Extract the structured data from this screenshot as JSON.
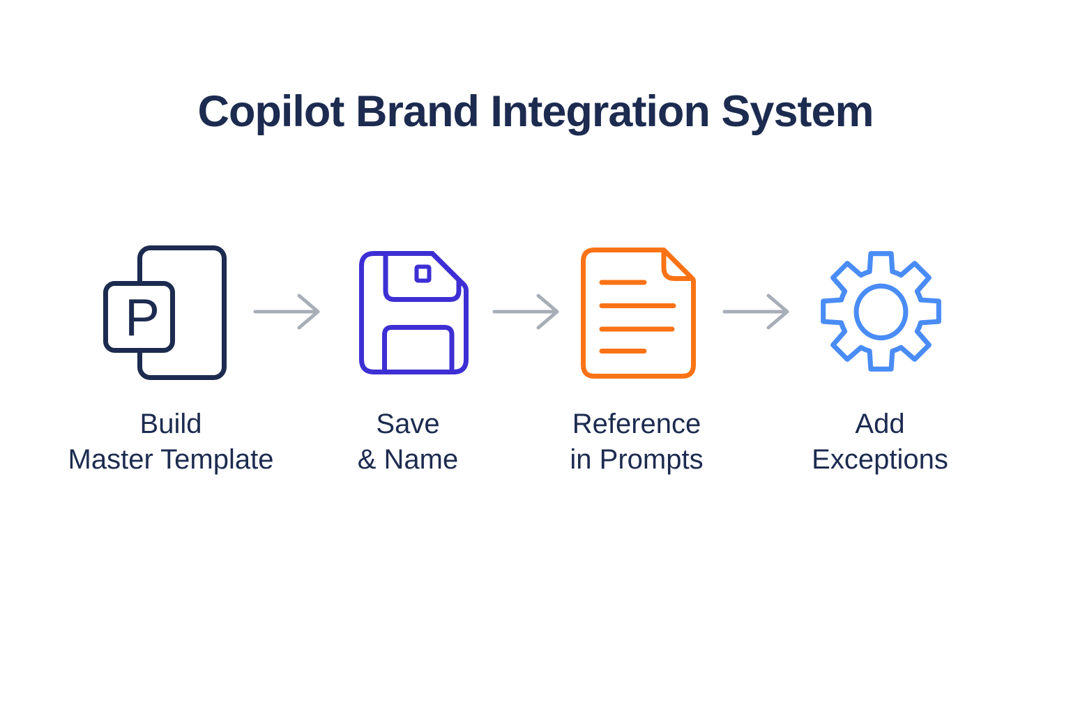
{
  "title": {
    "text": "Copilot Brand Integration System",
    "color": "#1c2b4f"
  },
  "flow": {
    "arrow_color": "#a8aeb8",
    "steps": [
      {
        "name": "build-master-template",
        "icon": "powerpoint-page-icon",
        "icon_letter": "P",
        "icon_color": "#1c2b4f",
        "label_line1": "Build",
        "label_line2": "Master Template"
      },
      {
        "name": "save-and-name",
        "icon": "floppy-disk-icon",
        "icon_color": "#3d2fd3",
        "label_line1": "Save",
        "label_line2": "& Name"
      },
      {
        "name": "reference-in-prompts",
        "icon": "document-text-icon",
        "icon_color": "#f97316",
        "label_line1": "Reference",
        "label_line2": "in Prompts"
      },
      {
        "name": "add-exceptions",
        "icon": "gear-icon",
        "icon_color": "#4a8cf5",
        "label_line1": "Add",
        "label_line2": "Exceptions"
      }
    ]
  }
}
